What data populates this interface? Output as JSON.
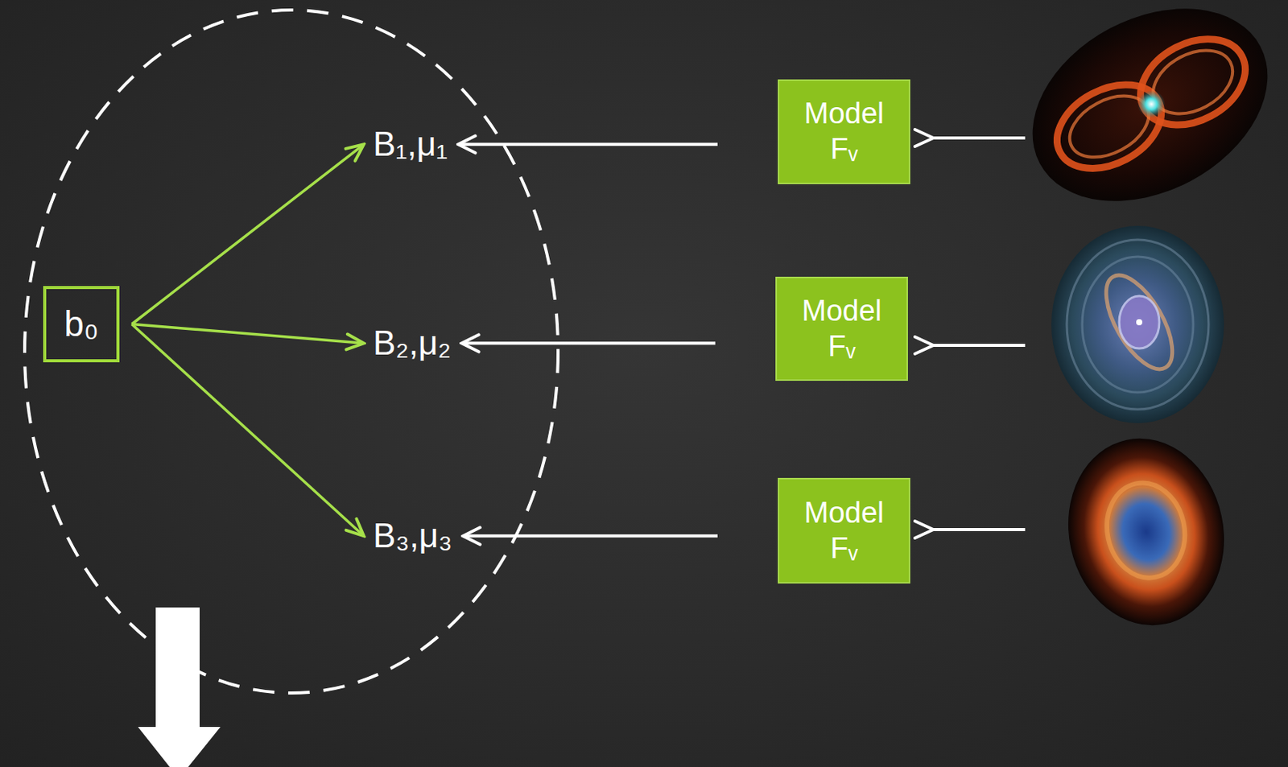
{
  "diagram": {
    "nodes": [
      {
        "text": [
          "b₀"
        ]
      },
      {
        "text": [
          "B₁,μ₁"
        ]
      },
      {
        "text": [
          "B₂,μ₂"
        ]
      },
      {
        "text": [
          "B₃,μ₃"
        ]
      },
      {
        "text": [
          "Model Fᵥ"
        ]
      },
      {
        "text": [
          "Model Fᵥ"
        ]
      },
      {
        "text": [
          "Model Fᵥ"
        ]
      }
    ],
    "edges": [
      {
        "from": 0,
        "to": 1,
        "arrow": "to"
      },
      {
        "from": 0,
        "to": 2,
        "arrow": "to"
      },
      {
        "from": 0,
        "to": 3,
        "arrow": "to"
      },
      {
        "from": 4,
        "to": 1,
        "arrow": "to"
      },
      {
        "from": 5,
        "to": 2,
        "arrow": "to"
      },
      {
        "from": 6,
        "to": 3,
        "arrow": "to"
      }
    ]
  }
}
